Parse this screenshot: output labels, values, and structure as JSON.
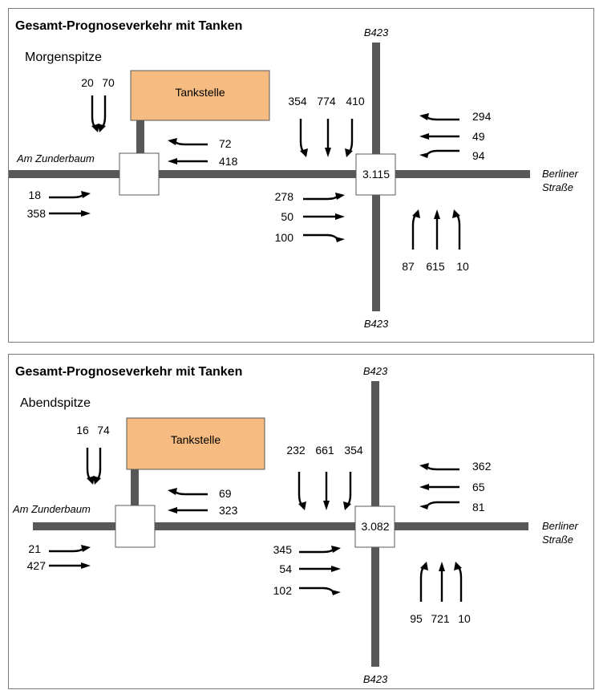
{
  "panels": [
    {
      "title": "Gesamt-Prognoseverkehr mit Tanken",
      "subtitle": "Morgenspitze",
      "station_label": "Tankstelle",
      "node_value": "3.115",
      "streets": {
        "b423_top": "B423",
        "b423_bottom": "B423",
        "am_zunderbaum": "Am Zunderbaum",
        "berliner_1": "Berliner",
        "berliner_2": "Straße"
      },
      "flows": {
        "station_left": "20",
        "station_right": "70",
        "west_in_right": "18",
        "west_in_straight": "358",
        "east_to_station_right": "72",
        "east_to_station_straight": "418",
        "north_left": "354",
        "north_straight": "774",
        "north_right": "410",
        "east_top": "294",
        "east_mid": "49",
        "east_bottom": "94",
        "west_left": "278",
        "west_straight": "50",
        "west_right": "100",
        "south_left": "87",
        "south_straight": "615",
        "south_right": "10"
      }
    },
    {
      "title": "Gesamt-Prognoseverkehr mit Tanken",
      "subtitle": "Abendspitze",
      "station_label": "Tankstelle",
      "node_value": "3.082",
      "streets": {
        "b423_top": "B423",
        "b423_bottom": "B423",
        "am_zunderbaum": "Am Zunderbaum",
        "berliner_1": "Berliner",
        "berliner_2": "Straße"
      },
      "flows": {
        "station_left": "16",
        "station_right": "74",
        "west_in_right": "21",
        "west_in_straight": "427",
        "east_to_station_right": "69",
        "east_to_station_straight": "323",
        "north_left": "232",
        "north_straight": "661",
        "north_right": "354",
        "east_top": "362",
        "east_mid": "65",
        "east_bottom": "81",
        "west_left": "345",
        "west_straight": "54",
        "west_right": "102",
        "south_left": "95",
        "south_straight": "721",
        "south_right": "10"
      }
    }
  ]
}
